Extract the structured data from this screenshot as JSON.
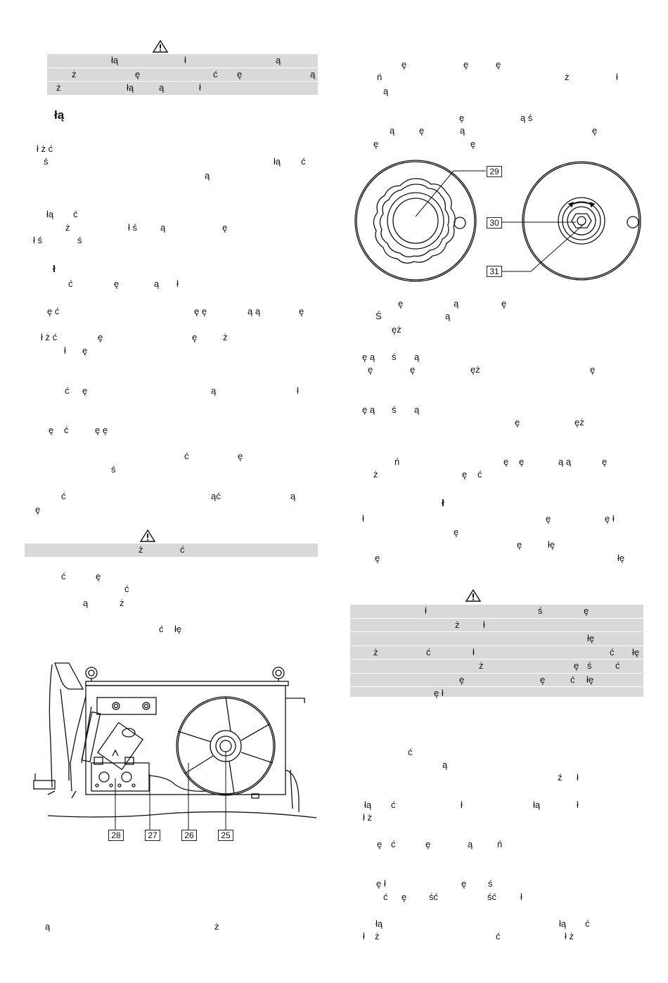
{
  "left": {
    "warning1_rows": [
      [
        "łą",
        "ł",
        "ą"
      ],
      [
        "ż",
        "ę",
        "ć",
        "ę",
        "ą"
      ],
      [
        "ż",
        "łą",
        "ą",
        "ł"
      ]
    ],
    "heading": "łą",
    "para1": [
      "ł ż ć",
      "ś",
      "łą",
      "ć",
      "ą"
    ],
    "para2": [
      "łą",
      "ć",
      "ż",
      "ł ś",
      "ą",
      "ę",
      "ł ś",
      "ś"
    ],
    "sub1": "ł",
    "line_a": [
      "ć",
      "ę",
      "ą",
      "ł"
    ],
    "line_b": [
      "ę ć",
      "ę ę",
      "ą ą",
      "ę"
    ],
    "line_c": [
      "ł ż ć",
      "ę",
      "ę",
      "ż",
      "ł",
      "ę"
    ],
    "line_d": [
      "ć",
      "ę",
      "ą",
      "ł"
    ],
    "line_e": [
      "ę",
      "ć",
      "ę ę"
    ],
    "line_f": [
      "ć",
      "ę",
      "ś"
    ],
    "line_g": [
      "ć",
      "ąć",
      "ą",
      "ę"
    ],
    "warning2": [
      "ż",
      "ć"
    ],
    "para_after": [
      "ć",
      "ę",
      "ć",
      "ą",
      "ż",
      "ć",
      "łę"
    ],
    "fig1_labels": [
      "28",
      "27",
      "26",
      "25"
    ],
    "bottom": [
      "ą",
      "ż"
    ]
  },
  "right": {
    "para1": [
      "ę",
      "ę",
      "ę",
      "ń",
      "ż",
      "ł",
      "ą"
    ],
    "para2": [
      "ę",
      "ą ś",
      "ą",
      "ę",
      "ą",
      "ę",
      "ę",
      "ę"
    ],
    "fig2_labels": [
      "29",
      "30",
      "31"
    ],
    "para3": [
      "ę",
      "ą",
      "ę",
      "Ś",
      "ą",
      "ęż"
    ],
    "para4": [
      "ę ą",
      "ś",
      "ą",
      "ę",
      "ę",
      "ęż",
      "ę"
    ],
    "para5": [
      "ę ą",
      "ś",
      "ą",
      "ę",
      "ęż"
    ],
    "para6": [
      "ń",
      "ę",
      "ę",
      "ą ą",
      "ę",
      "ż",
      "ę",
      "ć"
    ],
    "sub2": "ł",
    "para7": [
      "ł",
      "ę",
      "ę ł",
      "ę",
      "ę",
      "łę",
      "ę",
      "łę"
    ],
    "warning3_rows": [
      [
        "ł",
        "ś",
        "ę"
      ],
      [
        "ż",
        "ł"
      ],
      [
        "łę"
      ],
      [
        "ż",
        "ć",
        "ł",
        "ć",
        "łę"
      ],
      [
        "ż",
        "ę",
        "ś",
        "ć"
      ],
      [
        "ę",
        "ę",
        "ć",
        "łę"
      ],
      [
        "ę ł"
      ]
    ],
    "para8": [
      "ć",
      "ą",
      "ź",
      "ł"
    ],
    "para9": [
      "łą",
      "ć",
      "ł",
      "łą",
      "ł",
      "ł ż"
    ],
    "para10": [
      "ę",
      "ć",
      "ę",
      "ą",
      "ń"
    ],
    "para11": [
      "ę ł",
      "ę",
      "ś",
      "ć",
      "ę",
      "ść",
      "ść",
      "ł"
    ],
    "para12": [
      "łą",
      "łą",
      "ć",
      "ł",
      "ż",
      "ć",
      "ł ż"
    ]
  },
  "colors": {
    "warn_bg": "#d9d9d9",
    "ink": "#111111"
  }
}
